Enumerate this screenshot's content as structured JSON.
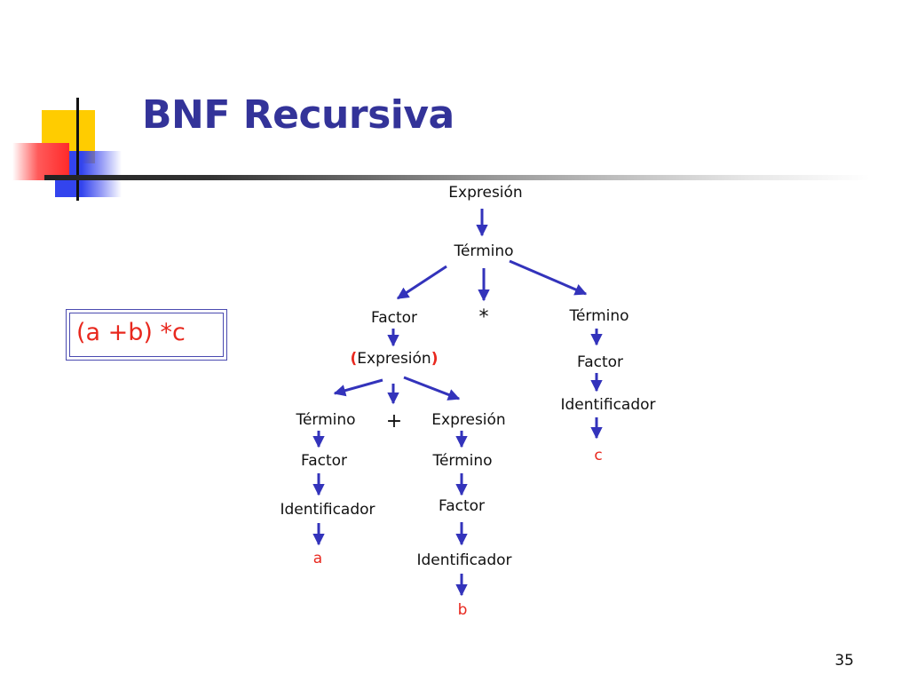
{
  "slide": {
    "title": "BNF Recursiva",
    "expression": "(a +b) *c",
    "page_number": "35"
  },
  "tree": {
    "expresion_root": "Expresión",
    "termino_1": "Término",
    "factor_1": "Factor",
    "star": "*",
    "termino_2": "Término",
    "paren_open": "(",
    "paren_expresion": "Expresión",
    "paren_close": ")",
    "factor_2": "Factor",
    "identificador_c": "Identificador",
    "leaf_c": "c",
    "termino_3": "Término",
    "plus": "+",
    "expresion_2": "Expresión",
    "factor_3": "Factor",
    "termino_4": "Término",
    "identificador_a": "Identificador",
    "factor_4": "Factor",
    "leaf_a": "a",
    "identificador_b": "Identificador",
    "leaf_b": "b"
  },
  "colors": {
    "title": "#333399",
    "arrow": "#3333bb",
    "leaf": "#e8281e",
    "accent_yellow": "#ffcc00",
    "accent_blue": "#3344ee",
    "accent_red": "#ff2a2a"
  }
}
